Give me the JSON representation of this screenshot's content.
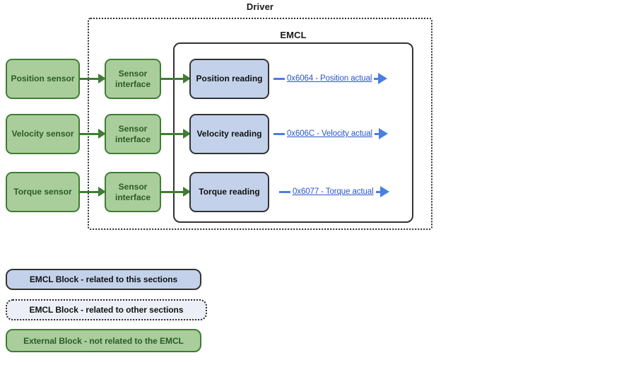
{
  "diagram": {
    "containers": {
      "driver_label": "Driver",
      "emcl_label": "EMCL"
    },
    "rows": [
      {
        "sensor": "Position sensor",
        "interface": "Sensor interface",
        "reading": "Position reading",
        "object_link": "0x6064 - Position actual"
      },
      {
        "sensor": "Velocity sensor",
        "interface": "Sensor interface",
        "reading": "Velocity reading",
        "object_link": "0x606C - Velocity actual"
      },
      {
        "sensor": "Torque sensor",
        "interface": "Sensor interface",
        "reading": "Torque reading",
        "object_link": "0x6077 - Torque actual"
      }
    ],
    "legend": [
      {
        "label": "EMCL Block - related to this sections"
      },
      {
        "label": "EMCL Block - related to other sections"
      },
      {
        "label": "External Block - not related to the EMCL"
      }
    ],
    "colors": {
      "green_fill": "#a9ce9c",
      "green_border": "#3f7d32",
      "green_text": "#2c5c22",
      "blue_fill": "#c3d2ea",
      "blue_border": "#333333",
      "light_blue_fill": "#eceff7",
      "link_blue": "#2a56c6",
      "arrow_blue": "#4a7fe0"
    }
  }
}
